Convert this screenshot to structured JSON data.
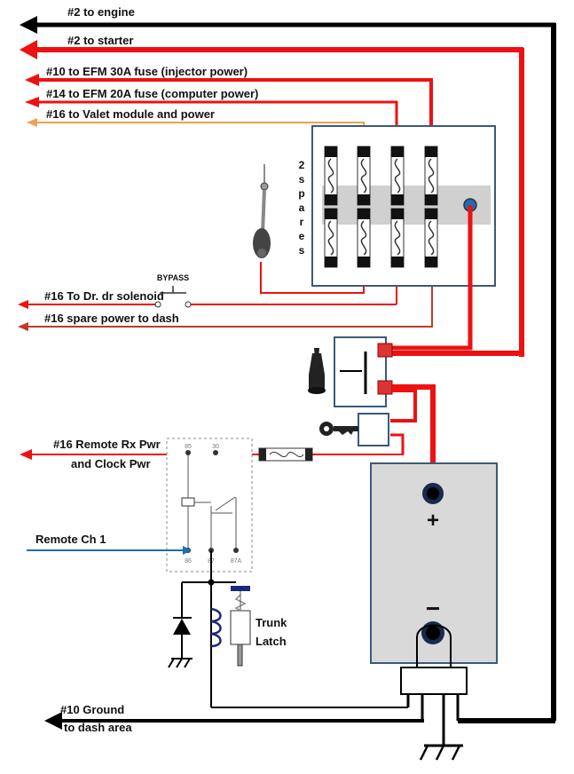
{
  "labels": {
    "engine": "#2 to engine",
    "starter": "#2 to starter",
    "injector": "#10 to EFM 30A fuse (injector power)",
    "computer": "#14 to EFM 20A fuse (computer power)",
    "valet": "#16 to Valet module and power",
    "door": "#16 To Dr. dr solenoid",
    "dash": "#16 spare power to dash",
    "remote_rx_1": "#16 Remote Rx Pwr",
    "remote_rx_2": "and Clock Pwr",
    "remote_ch": "Remote Ch 1",
    "ground_1": "#10 Ground",
    "ground_2": "to dash area",
    "bypass": "BYPASS",
    "spares": [
      "2",
      "s",
      "p",
      "a",
      "r",
      "e",
      "s"
    ],
    "trunk_1": "Trunk",
    "trunk_2": "Latch",
    "plus": "+",
    "minus": "−",
    "relay_pins": [
      "85",
      "30",
      "86",
      "87",
      "87A"
    ]
  },
  "colors": {
    "heavy_black": "#000000",
    "red": "#ee1111",
    "dark_red": "#c0392b",
    "orange": "#f0a050",
    "blue": "#1a6fb5",
    "panel_border": "#3a5a7a",
    "battery_fill": "#d9d9d9",
    "fuse_strip": "#d0d0d0"
  },
  "icons": [
    "knob-icon",
    "key-icon",
    "antenna-icon",
    "diode-icon",
    "ground-icon",
    "fuse-icon",
    "solenoid-icon"
  ]
}
